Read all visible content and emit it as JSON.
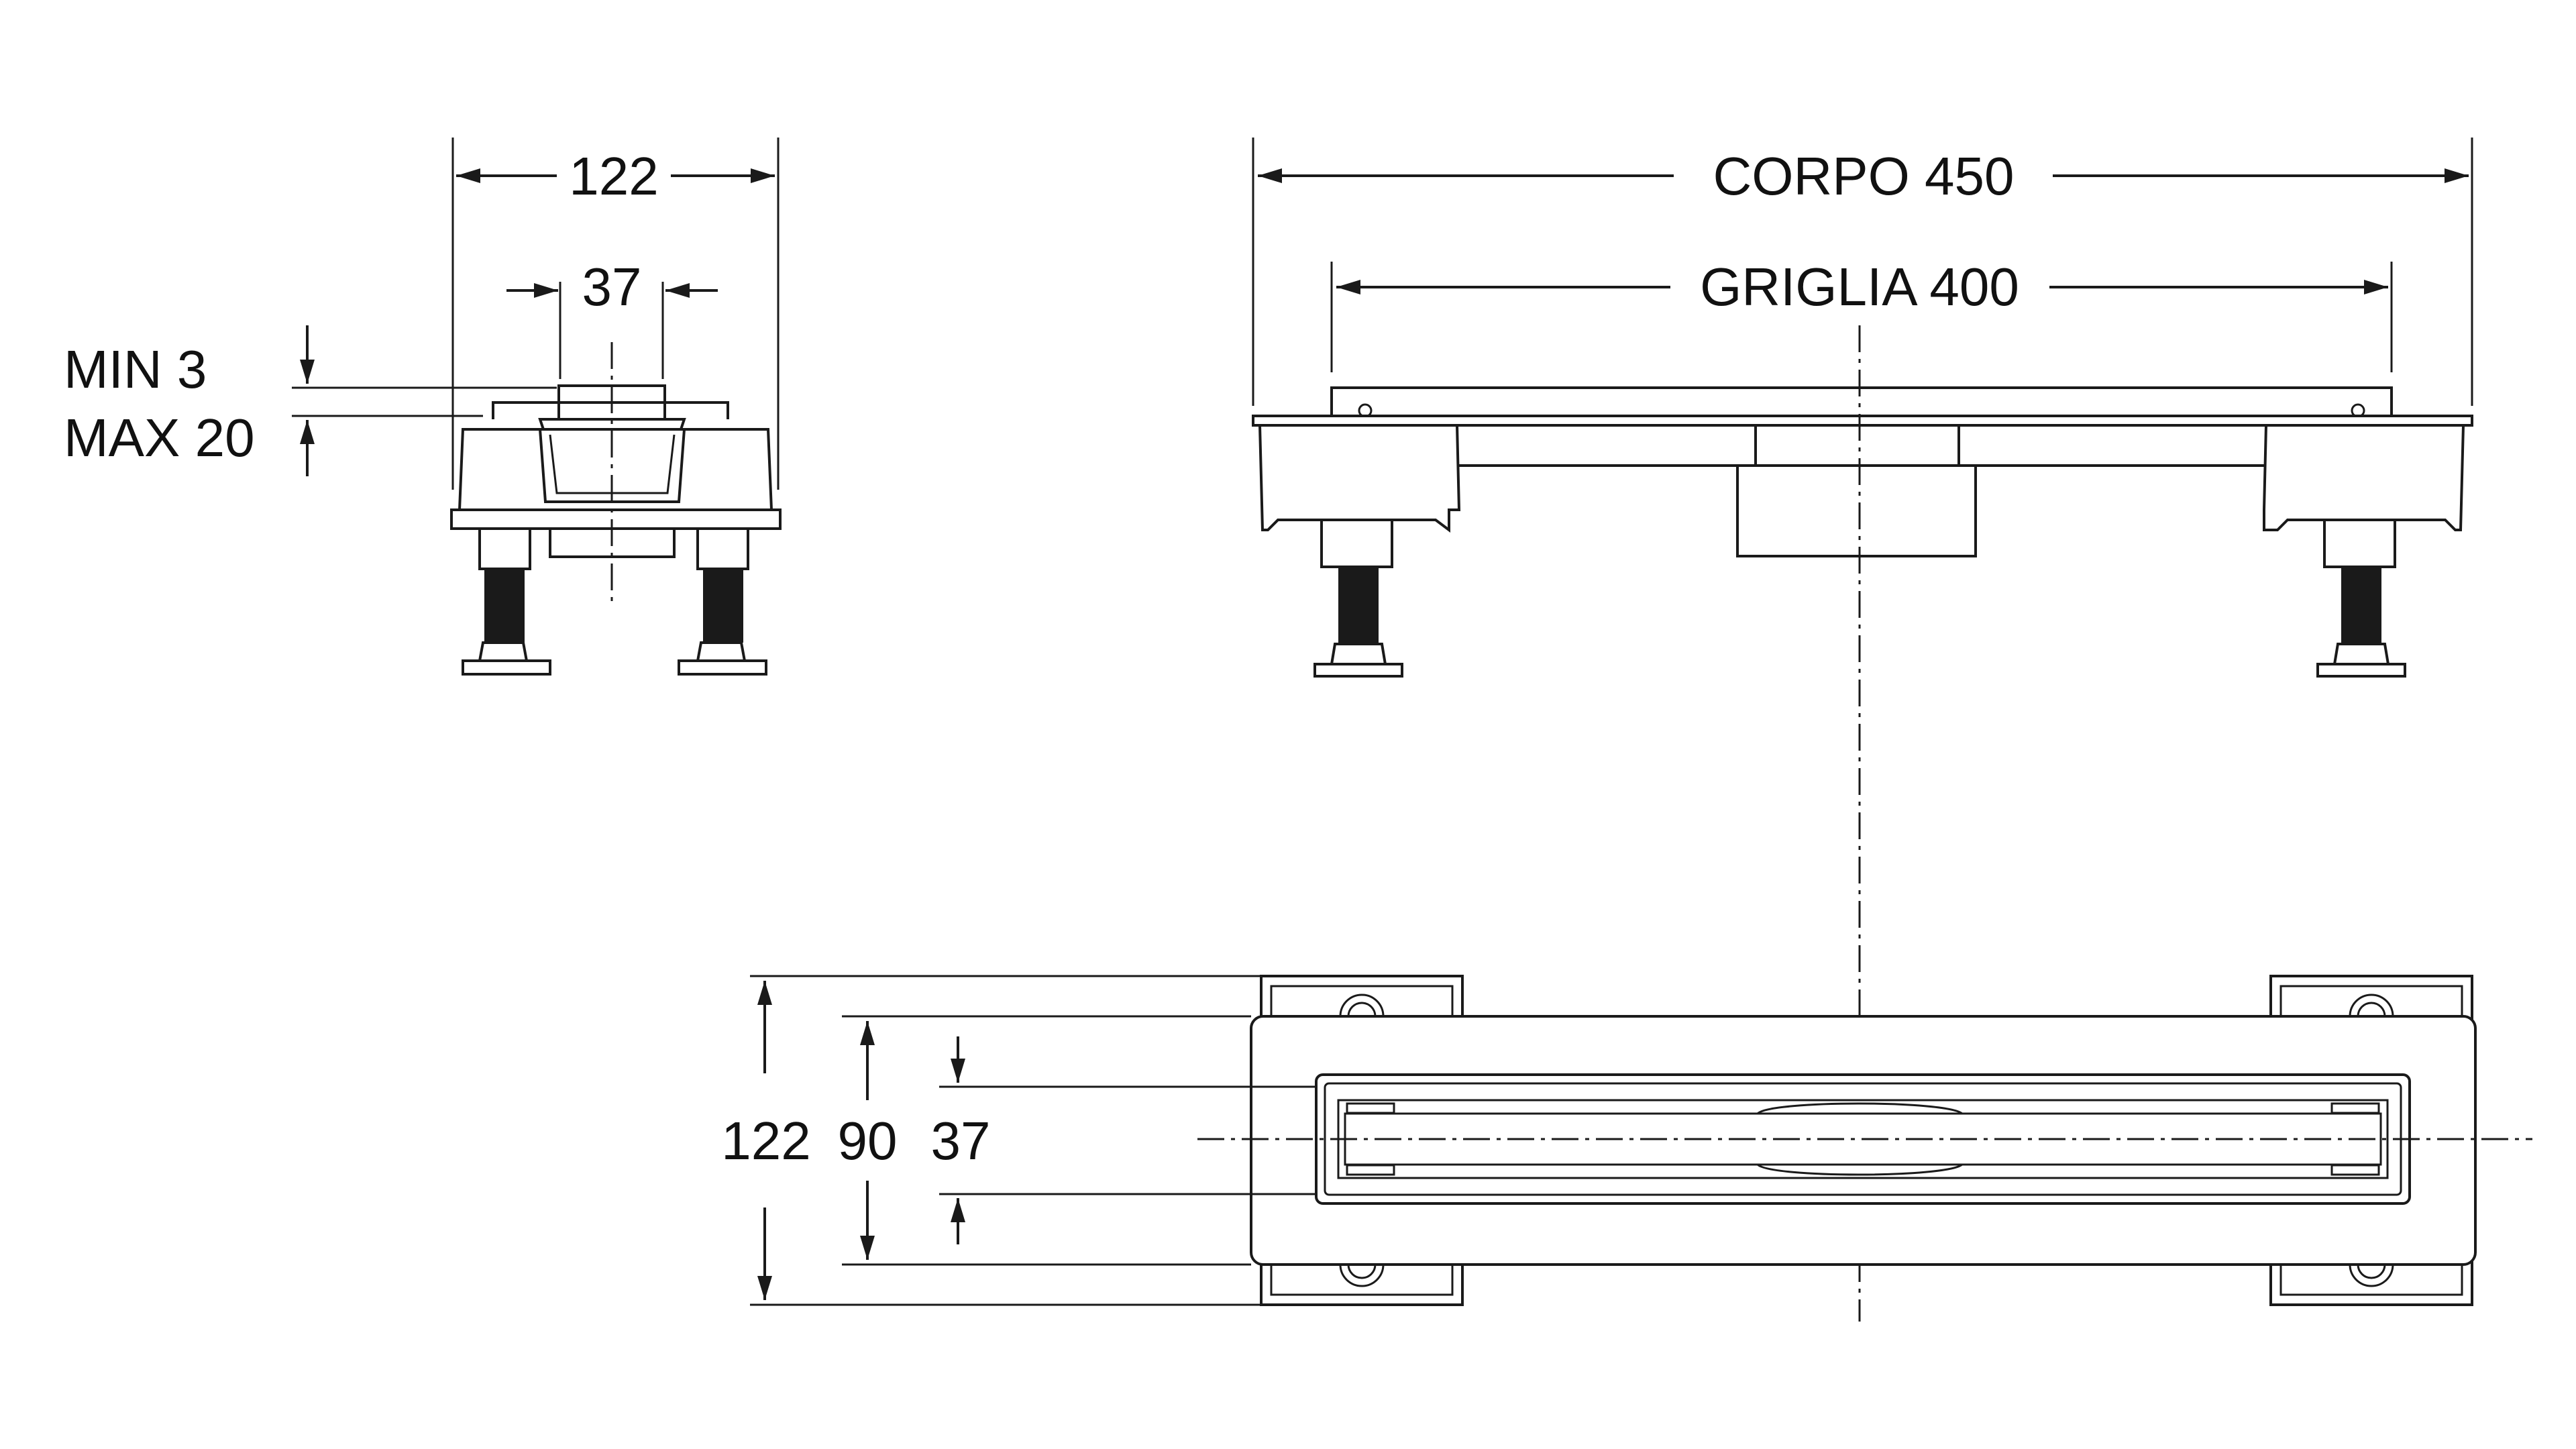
{
  "labels": {
    "side_width": "122",
    "side_slot": "37",
    "adjust_min": "MIN 3",
    "adjust_max": "MAX 20",
    "body_length": "CORPO 450",
    "grate_length": "GRIGLIA 400",
    "plan_outer": "122",
    "plan_channel": "90",
    "plan_slot": "37"
  },
  "colors": {
    "line": "#1a1a1a",
    "background": "#ffffff"
  }
}
